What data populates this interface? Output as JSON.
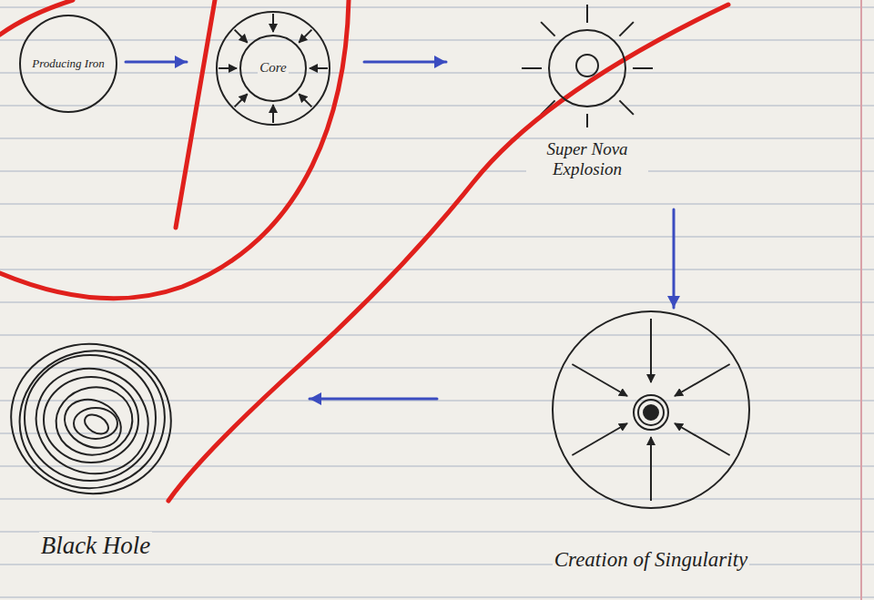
{
  "diagram": {
    "nodes": [
      {
        "text": [
          "Producing Iron"
        ]
      },
      {
        "text": [
          "Core"
        ]
      },
      {
        "text": [
          "Super Nova Explosion"
        ]
      },
      {
        "text": [
          "Creation of Singularity"
        ]
      },
      {
        "text": [
          "Black Hole"
        ]
      }
    ],
    "edges": [
      {
        "from": 0,
        "to": 1,
        "arrow": "to"
      },
      {
        "from": 1,
        "to": 2,
        "arrow": "to"
      },
      {
        "from": 2,
        "to": 3,
        "arrow": "to"
      },
      {
        "from": 3,
        "to": 4,
        "arrow": "to"
      }
    ]
  }
}
